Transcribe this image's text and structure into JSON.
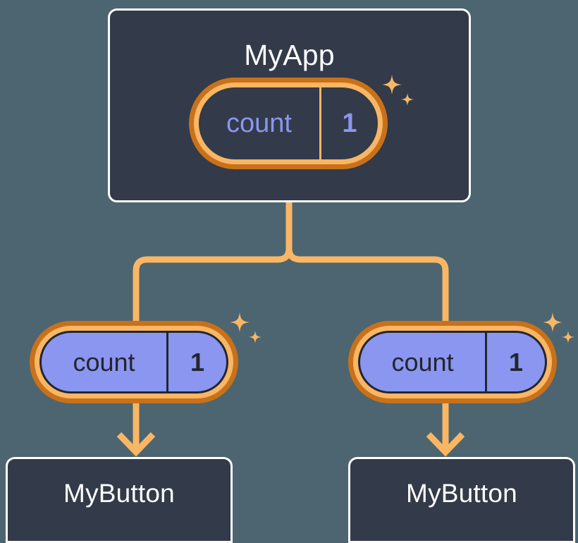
{
  "diagram": {
    "title": "MyApp",
    "background_color": "#4c6570",
    "card_fill": "#333a49",
    "card_border": "#ffffff",
    "wire_color": "#f9b664",
    "pill_outer_ring": "#c9711a",
    "pill_inner_ring": "#f9b664",
    "pill_fill_purple": "#8b96f0",
    "pill_text_purple": "#8b96f0",
    "pill_text_dark": "#22262f",
    "sparkle_color": "#f9b664"
  },
  "root": {
    "label": "MyApp",
    "state": {
      "key": "count",
      "value": "1",
      "divider": "|"
    },
    "sparkle_icon": "sparkles-icon"
  },
  "children": [
    {
      "state": {
        "key": "count",
        "value": "1",
        "divider": "|"
      },
      "sparkle_icon": "sparkles-icon",
      "label": "MyButton",
      "arrow_icon": "arrow-down-icon"
    },
    {
      "state": {
        "key": "count",
        "value": "1",
        "divider": "|"
      },
      "sparkle_icon": "sparkles-icon",
      "label": "MyButton",
      "arrow_icon": "arrow-down-icon"
    }
  ]
}
